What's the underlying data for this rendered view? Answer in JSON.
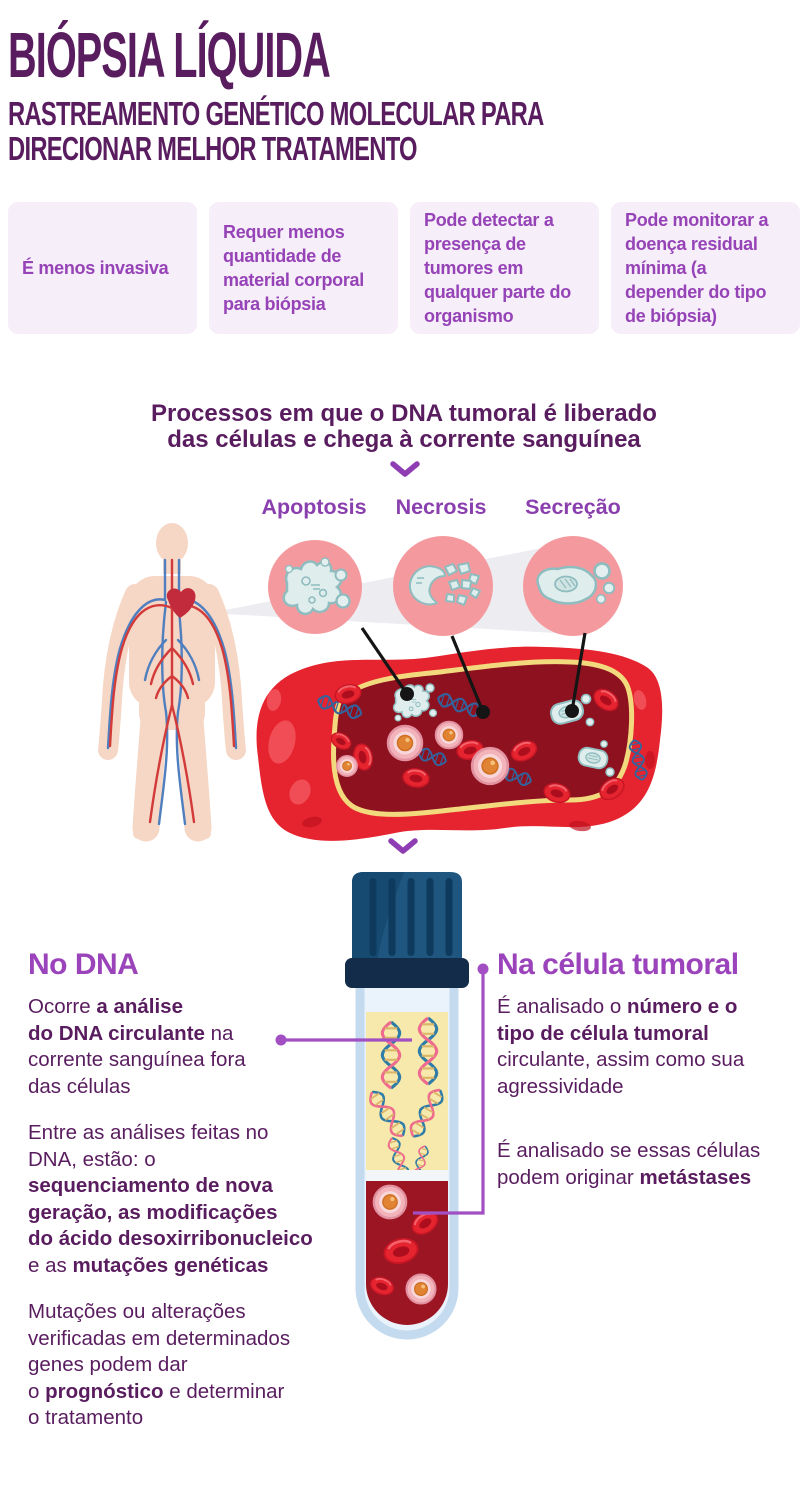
{
  "header": {
    "title": "BIÓPSIA LÍQUIDA",
    "subtitle_line1": "RASTREAMENTO GENÉTICO MOLECULAR PARA",
    "subtitle_line2": "DIRECIONAR MELHOR TRATAMENTO"
  },
  "benefits": [
    {
      "text": "É menos invasiva"
    },
    {
      "text": "Requer menos quantidade de material corporal para biópsia"
    },
    {
      "text": "Pode detectar a presença de tumores em qualquer parte do organismo"
    },
    {
      "text": "Pode monitorar a doença residual mínima (a depender do tipo de biópsia)"
    }
  ],
  "process": {
    "heading_line1": "Processos em que o DNA tumoral é liberado",
    "heading_line2": "das células e chega à corrente sanguínea",
    "pathway_labels": [
      "Apoptosis",
      "Necrosis",
      "Secreção"
    ]
  },
  "dna_section": {
    "heading": "No DNA",
    "paragraphs": [
      [
        {
          "t": "Ocorre ",
          "b": false
        },
        {
          "t": "a análise\ndo DNA circulante",
          "b": true
        },
        {
          "t": " na\ncorrente sanguínea fora\ndas células",
          "b": false
        }
      ],
      [
        {
          "t": "Entre as análises feitas no\nDNA, estão: o\n",
          "b": false
        },
        {
          "t": "sequenciamento de nova\ngeração, as modificações\ndo ácido desoxirribonucleico",
          "b": true
        },
        {
          "t": "\ne as ",
          "b": false
        },
        {
          "t": "mutações genéticas",
          "b": true
        }
      ],
      [
        {
          "t": "Mutações ou alterações\nverificadas em determinados\ngenes podem dar\no ",
          "b": false
        },
        {
          "t": "prognóstico",
          "b": true
        },
        {
          "t": " e determinar\no tratamento",
          "b": false
        }
      ]
    ]
  },
  "tumor_section": {
    "heading": "Na célula tumoral",
    "paragraphs": [
      [
        {
          "t": "É analisado o ",
          "b": false
        },
        {
          "t": "número e o\ntipo de célula tumoral",
          "b": true
        },
        {
          "t": "\ncirculante, assim como sua\nagressividade",
          "b": false
        }
      ],
      [
        {
          "t": "É analisado se essas células\npodem originar ",
          "b": false
        },
        {
          "t": "metástases",
          "b": true
        }
      ]
    ]
  },
  "colors": {
    "dark_purple": "#591d5f",
    "bright_purple": "#9a43bb",
    "label_purple": "#8a3fae",
    "card_background": "#f6eef8",
    "circle_pink": "#f49a9f",
    "vessel_red": "#e6242f",
    "vessel_lumen_dark_red": "#8e1120",
    "vessel_rim_yellow": "#f3d97e",
    "tube_cap_navy": "#1d5179",
    "plasma_yellow": "#f7e8ab",
    "blood_red": "#9c1523",
    "cell_teal": "#dfeeed"
  }
}
